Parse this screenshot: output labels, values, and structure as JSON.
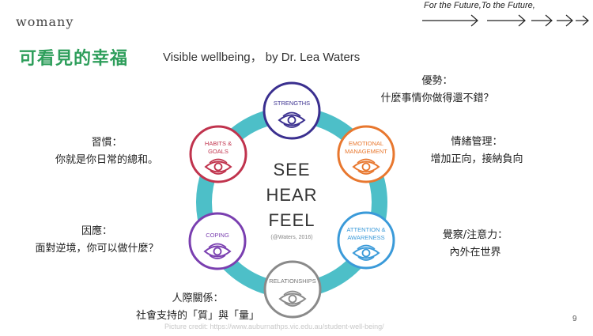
{
  "header": {
    "logo": "womany",
    "tagline": "For the Future,To the Future,"
  },
  "title": {
    "zh": "可看見的幸福",
    "en": "Visible wellbeing， by Dr. Lea Waters"
  },
  "center": {
    "line1": "SEE",
    "line2": "HEAR",
    "line3": "FEEL",
    "cite": "(@Waters, 2016)"
  },
  "nodes": {
    "strengths": {
      "label1": "STRENGTHS",
      "color": "#3a2f8f"
    },
    "emotional": {
      "label1": "EMOTIONAL",
      "label2": "MANAGEMENT",
      "color": "#e8772e"
    },
    "attention": {
      "label1": "ATTENTION &",
      "label2": "AWARENESS",
      "color": "#3a9ad9"
    },
    "relationships": {
      "label1": "RELATIONSHIPS",
      "color": "#8a8a8a"
    },
    "coping": {
      "label1": "COPING",
      "color": "#7a3fb0"
    },
    "habits": {
      "label1": "HABITS &",
      "label2": "GOALS",
      "color": "#c0334d"
    }
  },
  "annotations": {
    "strengths": {
      "head": "優勢：",
      "body": "什麼事情你做得還不錯？"
    },
    "emotional": {
      "head": "情緒管理：",
      "body": "增加正向，接納負向"
    },
    "attention": {
      "head": "覺察/注意力：",
      "body": "內外在世界"
    },
    "relationships": {
      "head": "人際關係：",
      "body": "社會支持的「質」與「量」"
    },
    "coping": {
      "head": "因應：",
      "body": "面對逆境，你可以做什麼？"
    },
    "habits": {
      "head": "習慣：",
      "body": "你就是你日常的總和。"
    }
  },
  "footer": {
    "credit": "Picture credit: https://www.auburnathps.vic.edu.au/student-well-being/",
    "page": "9"
  },
  "colors": {
    "ring": "#4dbfc8",
    "title": "#2e9e5b"
  }
}
